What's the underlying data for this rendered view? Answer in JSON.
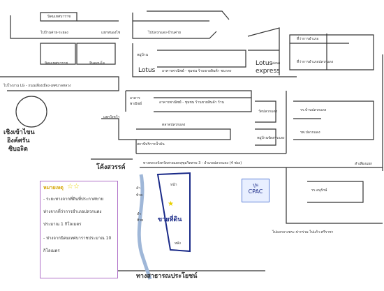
{
  "map": {
    "labels": {
      "nikom_rd_top": "นิคมเทศบาราช",
      "to_ban_khai": "ไปบ้านค่าย-ระยอง",
      "maeklong_to": "แยกหนองไช",
      "to_pluak_daeng": "ไปปลวกแดง-บ้านค่าย",
      "nikom_rd_mid": "นิคมเทศบาราช",
      "condo": "จีนคอนโด",
      "village": "หมู่บ้าน",
      "lotus_left": "Lotus",
      "tambon_office": "ที่ว่าการอำเภอ",
      "shop_row_top": "อาคารพาณิชย์ - ชุมชน ร้านขายสินค้า ชนาดร",
      "lotus_express_1": "Lotus",
      "lotus_express_2": "express",
      "lotus_small": "(อ่อน)",
      "police": "ที่ว่าการอำเภอปลวกแดง",
      "to_lg": "ไปโรงงาน LG - ถนนเลี่ยงเมือง-เทศบาลหลวง",
      "commercial_a": "อาคาร",
      "commercial_b": "พาณิชย์",
      "shop_row_mid": "อาคารพาณิชย์ - ชุมชน ร้านขายสินค้า ร้าน",
      "temple": "วัดปลวกแดง",
      "mall": "หมู่บ้านจัดสรรแดง",
      "school": "รร.บ้านปลวกแดง",
      "hospital": "รพ.ปลวกแดง",
      "circle_line1": "เชิงเข้าไขน",
      "circle_line2": "อิงค์ศรัน",
      "circle_line3": "ซิบอะิต",
      "market": "ตลาดปลวกแดง",
      "intersection": "แยกวังหว้า",
      "gas": "สถานีบริการน้ำมัน",
      "highway": "ทางหลวงจังหวัดสายแยกสุขุมวิทสาย 3 - อำเภอปลวกแดง (4 ช่อง)",
      "khong_sawan": "โค้งสวรรค์",
      "road_right": "ลำเลียงแยก",
      "canal_1": "ลำ",
      "canal_2": "ห้วย",
      "canal_3": "ลำ",
      "canal_4": "ห้วย",
      "plot_label": "ขายที่ดิน",
      "plot_front": "หน้า",
      "plot_back": "หลัง",
      "cpac_top": "ปูน",
      "cpac_name": "CPAC",
      "school_2": "รร.อนุรักษ์",
      "to_bottom_right": "ไปแยกบางพระ-ปากร่วม-ไปแก้ว-ศรีราชา",
      "public_road": "ทางสาธารณประโยชน์"
    },
    "legend": {
      "title": "หมายเหตุ",
      "line1": "- ระยะทางจากที่ดินที่ประกาศขาย",
      "line2": "ห่างจากที่ว่าการอำเภอปลวกแดง",
      "line3": "ประมาณ 1 กิโลเมตร",
      "line4": "- ห่างจากนิคมเทศบาราชประมาณ 10",
      "line5": "กิโลเมตร"
    }
  }
}
